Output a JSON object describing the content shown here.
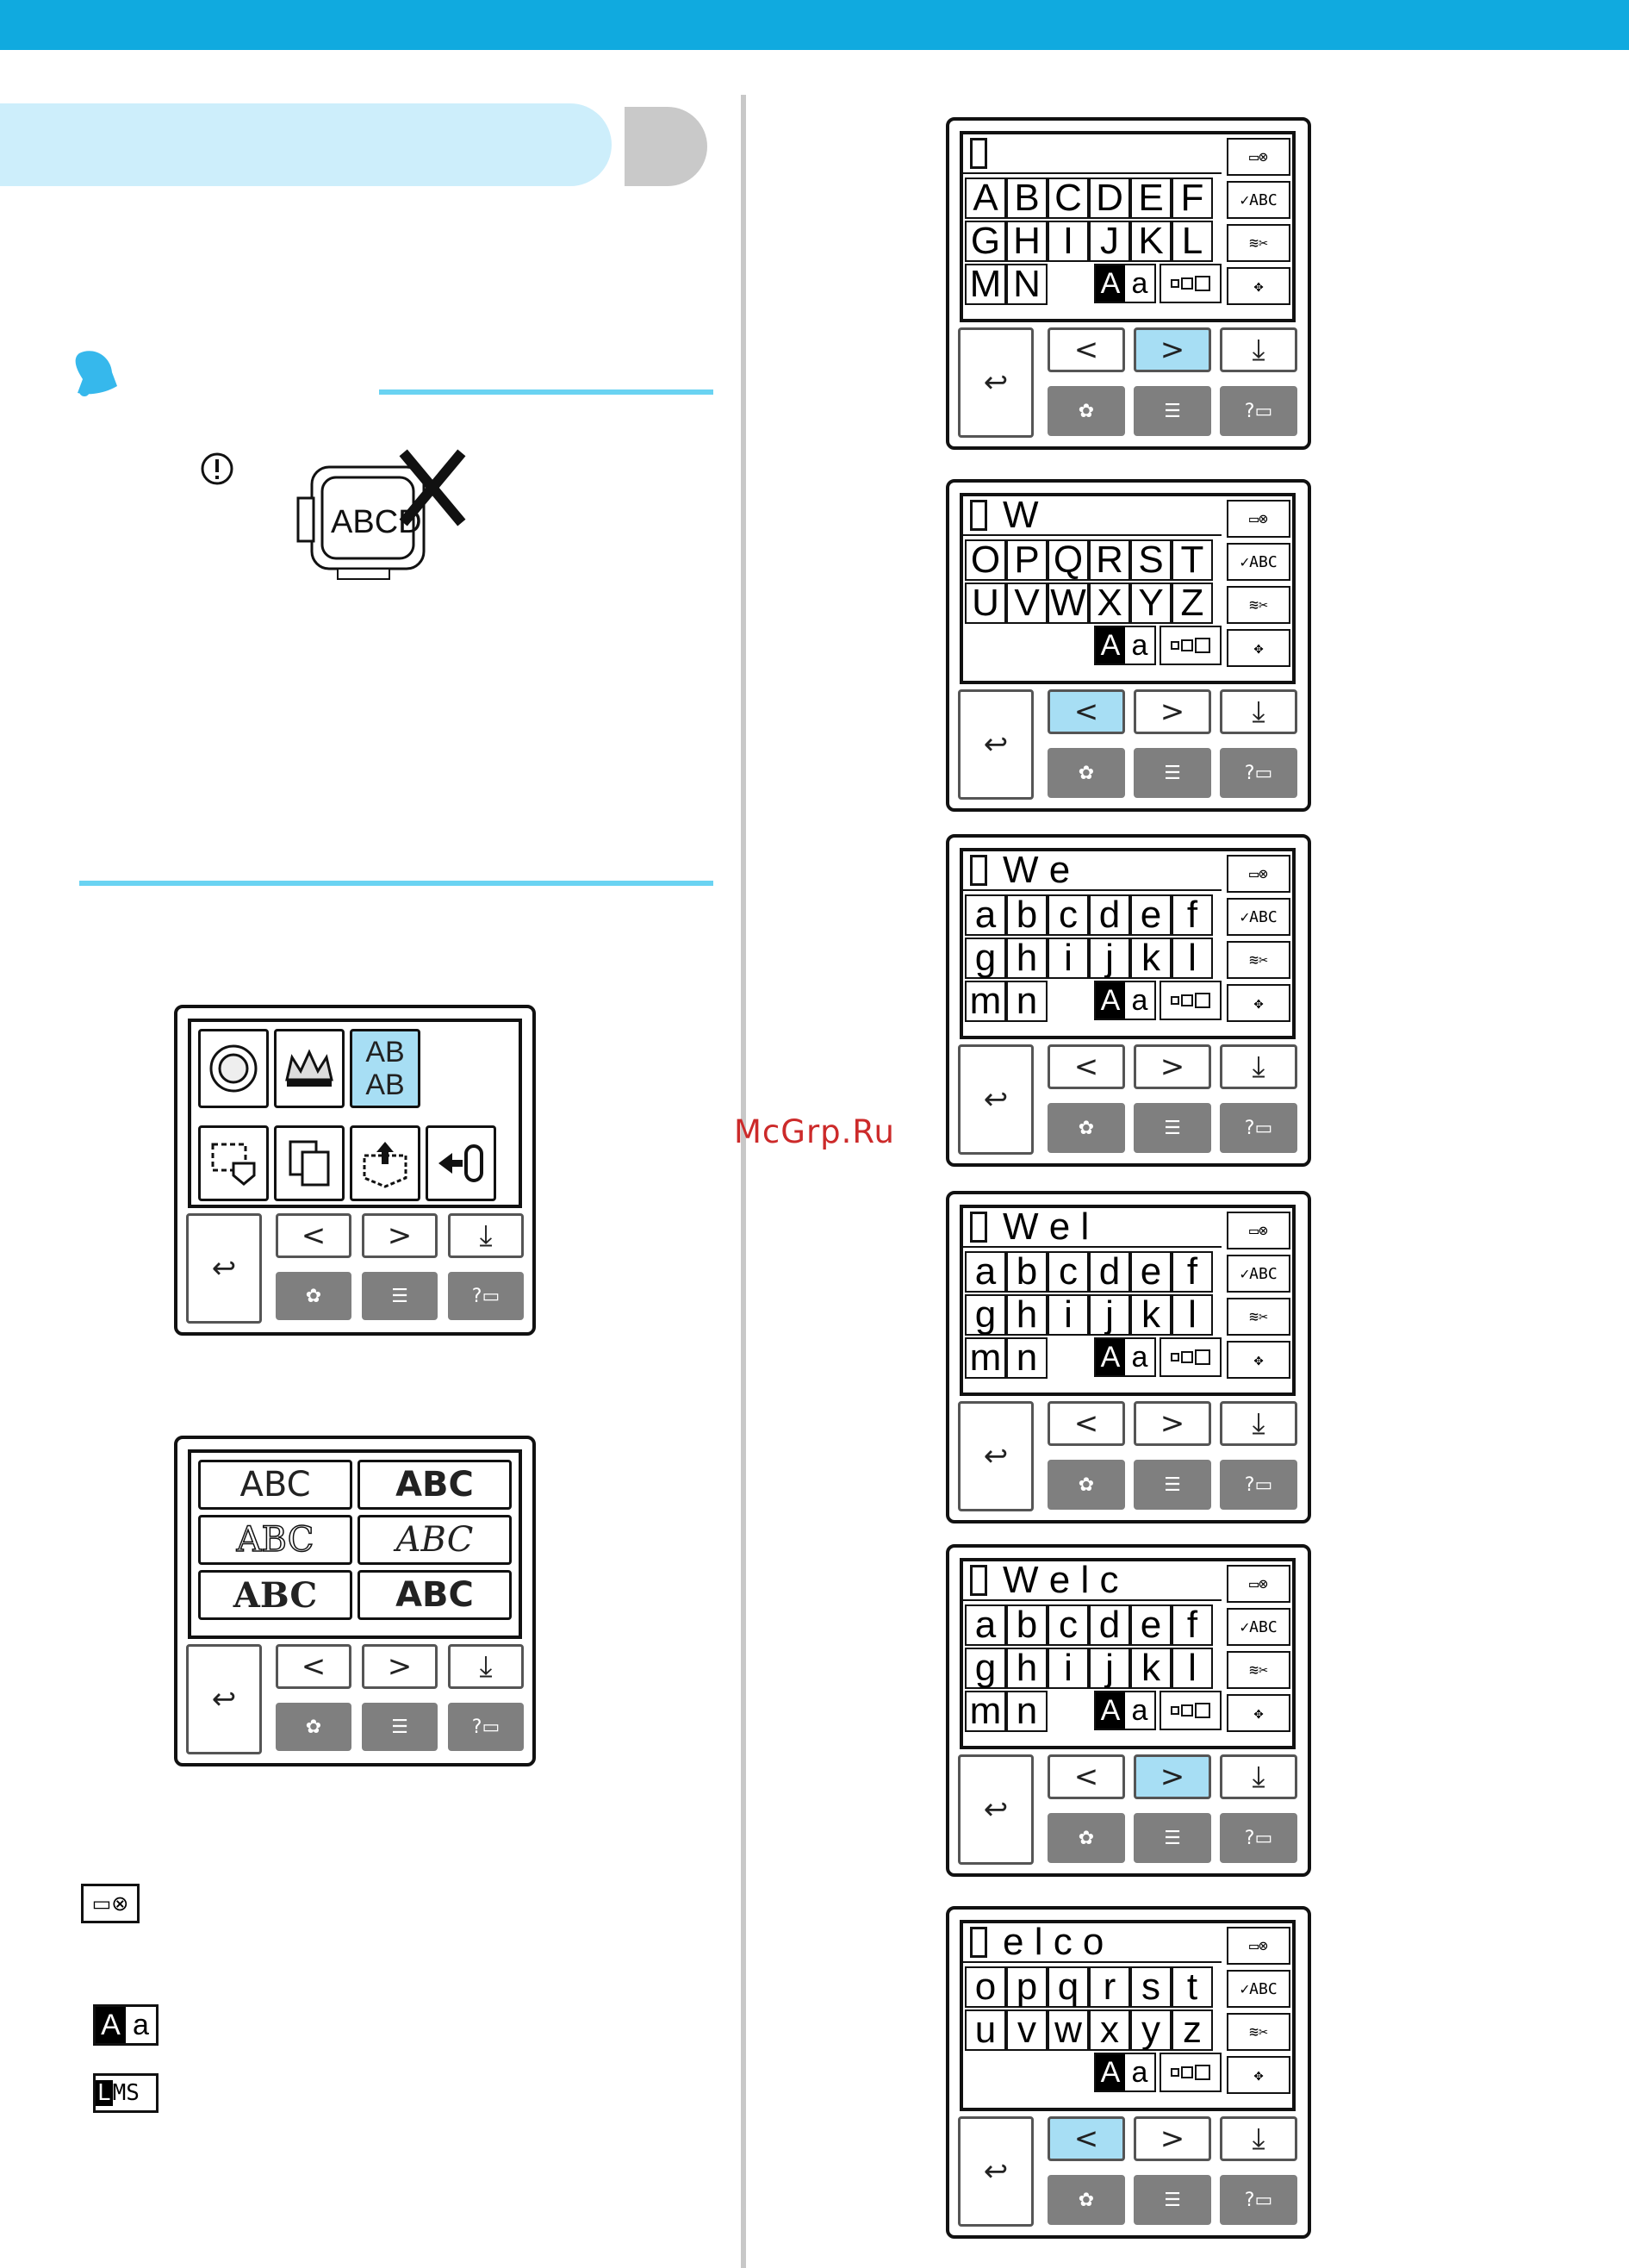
{
  "watermark": "McGrp.Ru",
  "screens": [
    {
      "input": "",
      "rows": [
        [
          "A",
          "B",
          "C",
          "D",
          "E",
          "F"
        ],
        [
          "G",
          "H",
          "I",
          "J",
          "K",
          "L"
        ],
        [
          "M",
          "N"
        ]
      ],
      "prev": false,
      "next": true
    },
    {
      "input": "W",
      "rows": [
        [
          "O",
          "P",
          "Q",
          "R",
          "S",
          "T"
        ],
        [
          "U",
          "V",
          "W",
          "X",
          "Y",
          "Z"
        ],
        []
      ],
      "prev": true,
      "next": false
    },
    {
      "input": "W e",
      "rows": [
        [
          "a",
          "b",
          "c",
          "d",
          "e",
          "f"
        ],
        [
          "g",
          "h",
          "i",
          "j",
          "k",
          "l"
        ],
        [
          "m",
          "n"
        ]
      ],
      "prev": false,
      "next": false
    },
    {
      "input": "W e  l",
      "rows": [
        [
          "a",
          "b",
          "c",
          "d",
          "e",
          "f"
        ],
        [
          "g",
          "h",
          "i",
          "j",
          "k",
          "l"
        ],
        [
          "m",
          "n"
        ]
      ],
      "prev": false,
      "next": false
    },
    {
      "input": "W e  l  c",
      "rows": [
        [
          "a",
          "b",
          "c",
          "d",
          "e",
          "f"
        ],
        [
          "g",
          "h",
          "i",
          "j",
          "k",
          "l"
        ],
        [
          "m",
          "n"
        ]
      ],
      "prev": false,
      "next": true
    },
    {
      "input": "e  l  c  o",
      "rows": [
        [
          "o",
          "p",
          "q",
          "r",
          "s",
          "t"
        ],
        [
          "u",
          "v",
          "w",
          "x",
          "y",
          "z"
        ],
        []
      ],
      "prev": true,
      "next": false
    }
  ],
  "menu_screen": {
    "top_keys": [
      "AB",
      "AB"
    ]
  },
  "font_screen": {
    "fonts": [
      "ABC",
      "ABC",
      "ABC",
      "ABC",
      "ABC",
      "ABC"
    ]
  },
  "abc_label": "ABCD",
  "legend": {
    "size_key": "LMS"
  }
}
